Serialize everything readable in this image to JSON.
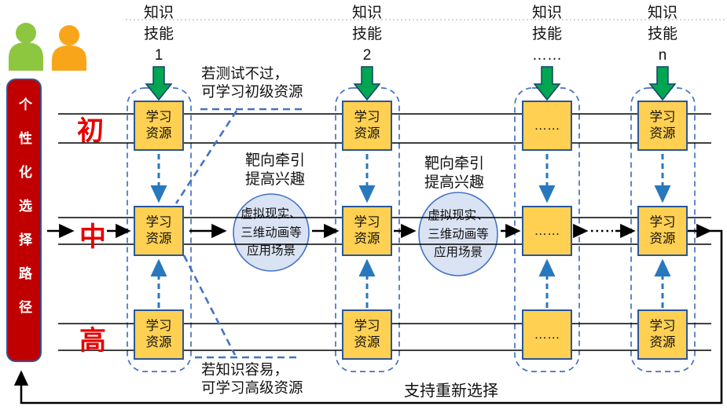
{
  "sidebar": {
    "label": "个性化选择路径"
  },
  "rows": [
    {
      "label": "初"
    },
    {
      "label": "中"
    },
    {
      "label": "高"
    }
  ],
  "columns": [
    {
      "header": "知识\n技能\n1",
      "boxes": [
        "学习\n资源",
        "学习\n资源",
        "学习\n资源"
      ]
    },
    {
      "header": "知识\n技能\n2",
      "boxes": [
        "学习\n资源",
        "学习\n资源",
        "学习\n资源"
      ]
    },
    {
      "header": "知识\n技能\n……",
      "boxes": [
        "……",
        "……",
        "……"
      ]
    },
    {
      "header": "知识\n技能\nn",
      "boxes": [
        "学习\n资源",
        "学习\n资源",
        "学习\n资源"
      ]
    }
  ],
  "ellipses": [
    {
      "text": "虚拟现实、\n三维动画等\n应用场景"
    },
    {
      "text": "虚拟现实、\n三维动画等\n应用场景"
    }
  ],
  "annotations": {
    "top_note": "若测试不过，\n可学习初级资源",
    "bottom_note": "若知识容易，\n可学习高级资源",
    "target_note_1": "靶向牵引\n提高兴趣",
    "target_note_2": "靶向牵引\n提高兴趣",
    "reselect": "支持重新选择"
  },
  "colors": {
    "sidebar_red": "#C00000",
    "row_label_red": "#E60000",
    "box_fill_yellow": "#FFD052",
    "box_border_navy": "#2A5699",
    "dashed_blue": "#4472C4",
    "flow_arrow_blue": "#2878BE",
    "green_arrow": "#00A651",
    "ellipse_fill": "#DAE3F3",
    "person_green": "#8DC63F",
    "person_orange": "#F9A51A"
  }
}
